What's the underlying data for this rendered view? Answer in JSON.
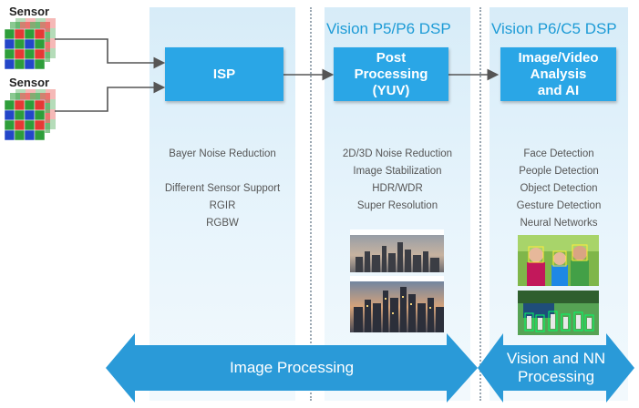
{
  "sensors": [
    {
      "label": "Sensor"
    },
    {
      "label": "Sensor"
    }
  ],
  "columns": [
    {
      "title": ""
    },
    {
      "title": "Vision P5/P6 DSP"
    },
    {
      "title": "Vision P6/C5 DSP"
    }
  ],
  "boxes": {
    "isp": "ISP",
    "post": "Post\nProcessing\n(YUV)",
    "analysis": "Image/Video\nAnalysis\nand AI"
  },
  "features": {
    "isp": [
      "Bayer Noise Reduction",
      "Different Sensor Support",
      "RGIR",
      "RGBW"
    ],
    "post": [
      "2D/3D Noise Reduction",
      "Image Stabilization",
      "HDR/WDR",
      "Super Resolution"
    ],
    "analysis": [
      "Face Detection",
      "People Detection",
      "Object Detection",
      "Gesture Detection",
      "Neural Networks"
    ]
  },
  "banners": {
    "left": "Image Processing",
    "right": "Vision and NN\nProcessing"
  },
  "colors": {
    "accent": "#2aa6e6",
    "title": "#1d9bd6",
    "banner": "#2a9ad8",
    "bayer_red": "#e53935",
    "bayer_green": "#2e9e3a",
    "bayer_blue": "#2346c8"
  }
}
